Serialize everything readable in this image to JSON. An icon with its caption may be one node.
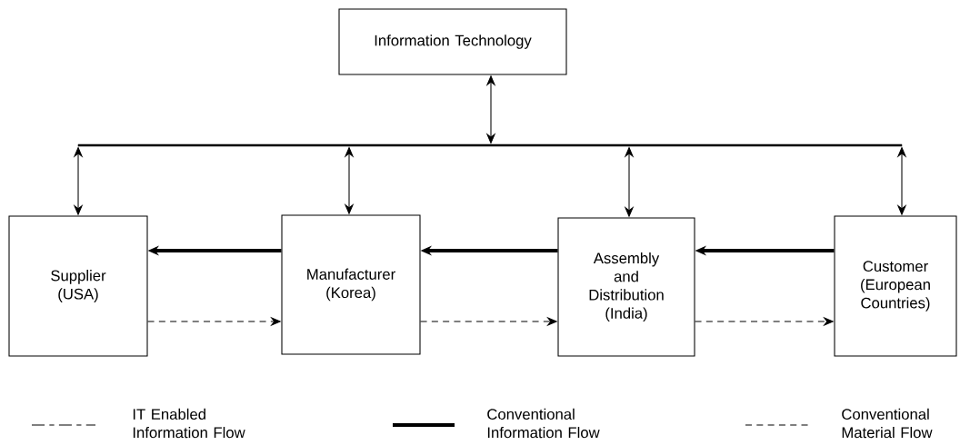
{
  "diagram": {
    "nodes": [
      {
        "text": [
          "Information Technology"
        ]
      },
      {
        "text": [],
        "shape": "bar"
      },
      {
        "text": [
          "Supplier (USA)"
        ]
      },
      {
        "text": [
          "Manufacturer (Korea)"
        ]
      },
      {
        "text": [
          "Assembly and Distribution (India)"
        ]
      },
      {
        "text": [
          "Customer (European Countries)"
        ]
      }
    ],
    "edges": [
      {
        "from": 0,
        "to": 1,
        "arrow": "both"
      },
      {
        "from": 1,
        "to": 2,
        "arrow": "both"
      },
      {
        "from": 1,
        "to": 3,
        "arrow": "both"
      },
      {
        "from": 1,
        "to": 4,
        "arrow": "both"
      },
      {
        "from": 1,
        "to": 5,
        "arrow": "both"
      },
      {
        "from": 3,
        "to": 2,
        "arrow": "to",
        "style": "thick"
      },
      {
        "from": 4,
        "to": 3,
        "arrow": "to",
        "style": "thick"
      },
      {
        "from": 5,
        "to": 4,
        "arrow": "to",
        "style": "thick"
      },
      {
        "from": 2,
        "to": 3,
        "arrow": "to",
        "style": "dashed"
      },
      {
        "from": 3,
        "to": 4,
        "arrow": "to",
        "style": "dashed"
      },
      {
        "from": 4,
        "to": 5,
        "arrow": "to",
        "style": "dashed"
      }
    ],
    "legend": [
      {
        "text": "IT Enabled Information Flow"
      },
      {
        "text": "Conventional Information Flow"
      },
      {
        "text": "Conventional Material Flow"
      }
    ]
  }
}
